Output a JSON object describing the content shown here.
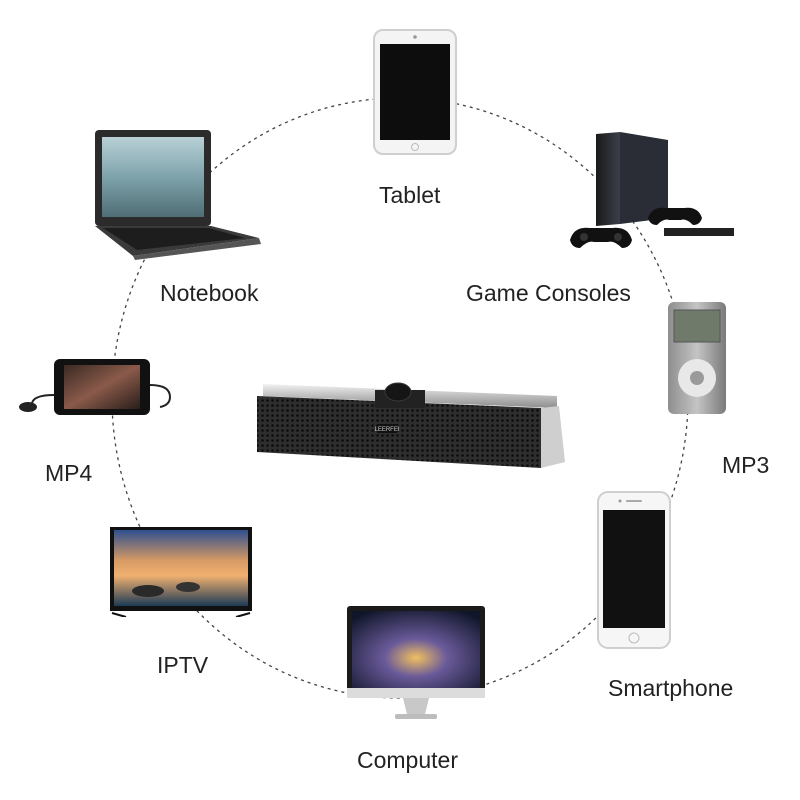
{
  "devices": {
    "tablet": {
      "label": "Tablet",
      "icon": "tablet-icon"
    },
    "notebook": {
      "label": "Notebook",
      "icon": "laptop-icon"
    },
    "game": {
      "label": "Game Consoles",
      "icon": "game-console-icon"
    },
    "mp4": {
      "label": "MP4",
      "icon": "mp4-player-icon"
    },
    "mp3": {
      "label": "MP3",
      "icon": "mp3-player-icon"
    },
    "iptv": {
      "label": "IPTV",
      "icon": "tv-icon"
    },
    "smartphone": {
      "label": "Smartphone",
      "icon": "smartphone-icon"
    },
    "computer": {
      "label": "Computer",
      "icon": "monitor-icon"
    }
  },
  "center": {
    "icon": "soundbar-speaker-icon",
    "brand_text": "LEERFEI"
  },
  "colors": {
    "ring": "#444444",
    "text": "#222222",
    "background": "#ffffff"
  }
}
